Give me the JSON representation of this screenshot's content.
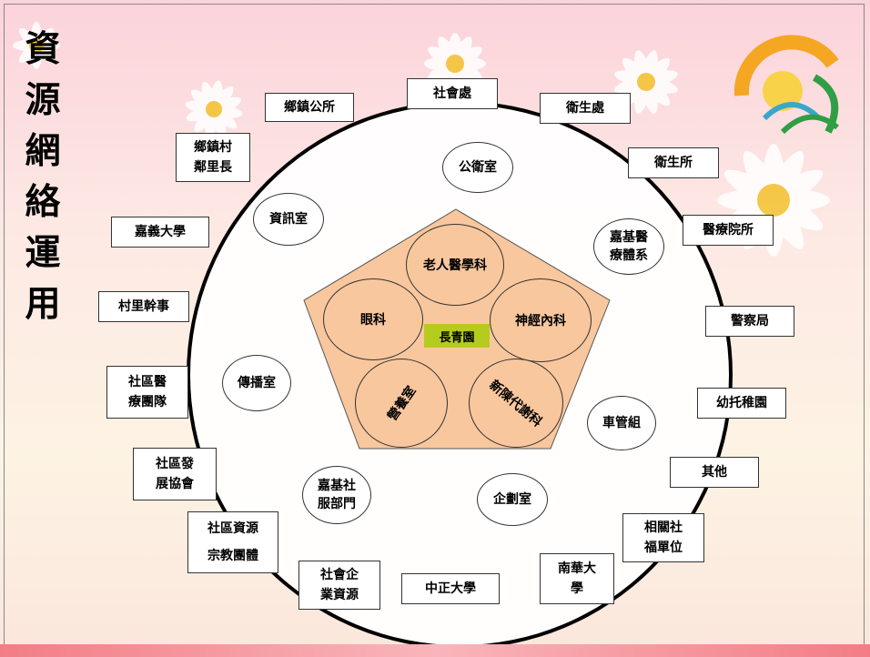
{
  "title_chars": [
    "資",
    "源",
    "網",
    "絡",
    "運",
    "用"
  ],
  "center": {
    "label": "長青園"
  },
  "inner_departments": [
    {
      "label": "老人醫學科"
    },
    {
      "label": "眼科"
    },
    {
      "label": "神經內科"
    },
    {
      "label": "營養室"
    },
    {
      "label": "新陳代謝科"
    }
  ],
  "ring_units": [
    {
      "label": "公衛室"
    },
    {
      "label": "資訊室"
    },
    {
      "label": "嘉基醫\n療體系"
    },
    {
      "label": "傳播室"
    },
    {
      "label": "車管組"
    },
    {
      "label": "嘉基社\n服部門"
    },
    {
      "label": "企劃室"
    }
  ],
  "outer_resources": [
    {
      "label": "社會處"
    },
    {
      "label": "鄉鎮公所"
    },
    {
      "label": "衛生處"
    },
    {
      "label": "鄉鎮村\n鄰里長"
    },
    {
      "label": "衛生所"
    },
    {
      "label": "嘉義大學"
    },
    {
      "label": "醫療院所"
    },
    {
      "label": "村里幹事"
    },
    {
      "label": "警察局"
    },
    {
      "label": "社區醫\n療團隊"
    },
    {
      "label": "幼托稚園"
    },
    {
      "label": "社區發\n展協會"
    },
    {
      "label": "其他"
    },
    {
      "label": "社區資源\n宗教團體"
    },
    {
      "label": "相關社\n福單位"
    },
    {
      "label": "社會企\n業資源"
    },
    {
      "label": "中正大學"
    },
    {
      "label": "南華大\n學"
    }
  ],
  "colors": {
    "pentagon_fill": "#f9c79d",
    "center_fill": "#b5cc1e",
    "accent": "#f27d86"
  }
}
